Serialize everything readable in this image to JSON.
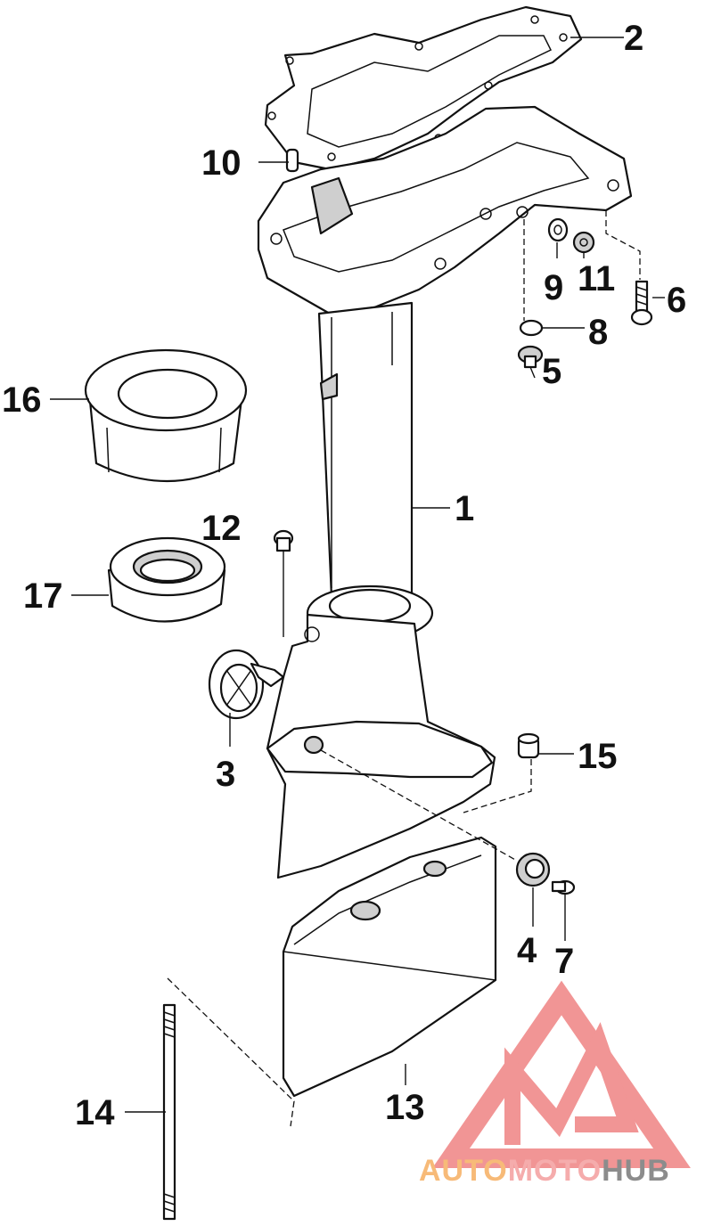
{
  "callouts": {
    "c1": "1",
    "c2": "2",
    "c3": "3",
    "c4": "4",
    "c5": "5",
    "c6": "6",
    "c7": "7",
    "c8": "8",
    "c9": "9",
    "c10": "10",
    "c11": "11",
    "c12": "12",
    "c13": "13",
    "c14": "14",
    "c15": "15",
    "c16": "16",
    "c17": "17"
  },
  "watermark": {
    "part1": "AUTO",
    "part2": "MOTO",
    "part3": "HUB",
    "color1": "#f7b36a",
    "color2": "#f4a4a4",
    "color3": "#808080",
    "logo_color": "#f08a8a"
  }
}
